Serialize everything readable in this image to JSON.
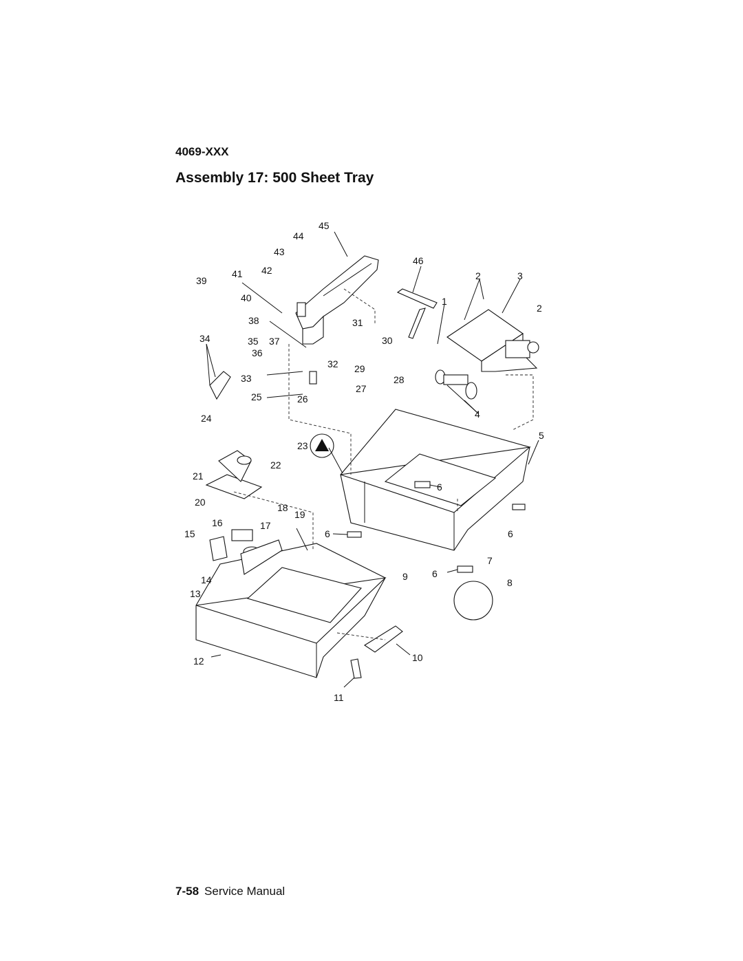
{
  "header": {
    "model": "4069-XXX",
    "title": "Assembly 17: 500 Sheet Tray"
  },
  "footer": {
    "page": "7-58",
    "label": "Service Manual"
  },
  "diagram": {
    "callouts": [
      "1",
      "2",
      "2",
      "3",
      "4",
      "5",
      "6",
      "6",
      "6",
      "6",
      "7",
      "8",
      "9",
      "10",
      "11",
      "12",
      "13",
      "14",
      "15",
      "16",
      "17",
      "18",
      "19",
      "20",
      "21",
      "22",
      "23",
      "24",
      "25",
      "26",
      "27",
      "28",
      "29",
      "30",
      "31",
      "32",
      "33",
      "34",
      "35",
      "36",
      "37",
      "38",
      "39",
      "40",
      "41",
      "42",
      "43",
      "44",
      "45",
      "46"
    ]
  }
}
